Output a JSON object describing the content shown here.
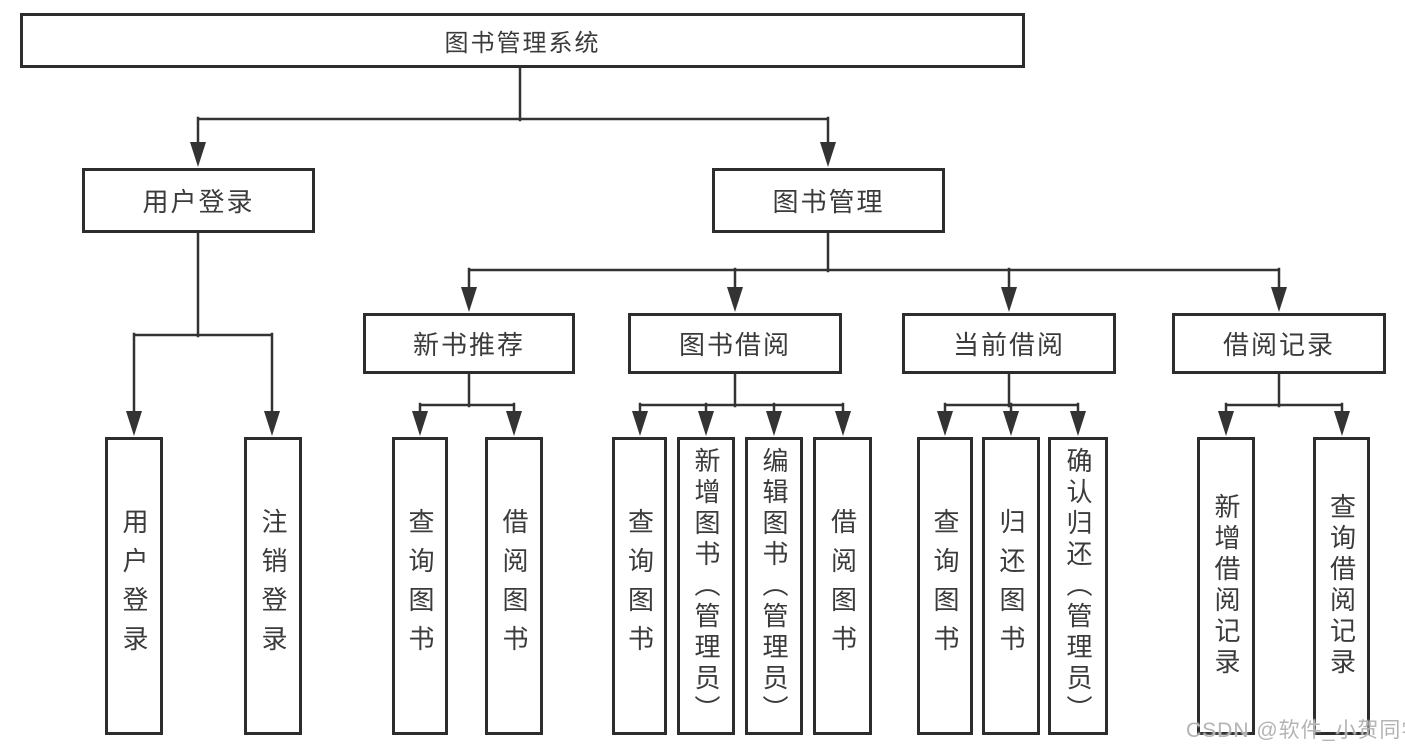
{
  "colors": {
    "line": "#333333",
    "border": "#2d2d2d",
    "text": "#3b3b3b",
    "watermark": "#b4b4b4",
    "bg": "#ffffff"
  },
  "watermark": {
    "text": "CSDN @软件_小贺同学"
  },
  "tree": {
    "label": "图书管理系统",
    "children": [
      {
        "label": "用户登录",
        "children": [
          {
            "label": "用户登录"
          },
          {
            "label": "注销登录"
          }
        ]
      },
      {
        "label": "图书管理",
        "children": [
          {
            "label": "新书推荐",
            "children": [
              {
                "label": "查询图书"
              },
              {
                "label": "借阅图书"
              }
            ]
          },
          {
            "label": "图书借阅",
            "children": [
              {
                "label": "查询图书"
              },
              {
                "label": "新增图书（管理员）"
              },
              {
                "label": "编辑图书（管理员）"
              },
              {
                "label": "借阅图书"
              }
            ]
          },
          {
            "label": "当前借阅",
            "children": [
              {
                "label": "查询图书"
              },
              {
                "label": "归还图书"
              },
              {
                "label": "确认归还（管理员）"
              }
            ]
          },
          {
            "label": "借阅记录",
            "children": [
              {
                "label": "新增借阅记录"
              },
              {
                "label": "查询借阅记录"
              }
            ]
          }
        ]
      }
    ]
  }
}
